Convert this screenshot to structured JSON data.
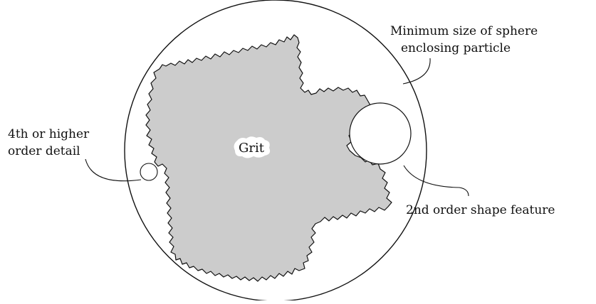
{
  "labels": {
    "enclosing_line1": "Minimum size of sphere",
    "enclosing_line2": "enclosing particle",
    "detail_line1": "4th or higher",
    "detail_line2": "order detail",
    "grit": "Grit",
    "feature": "2nd order shape feature"
  },
  "colors": {
    "particle_fill": "#cccccc",
    "outline": "#111111",
    "background": "#ffffff"
  }
}
